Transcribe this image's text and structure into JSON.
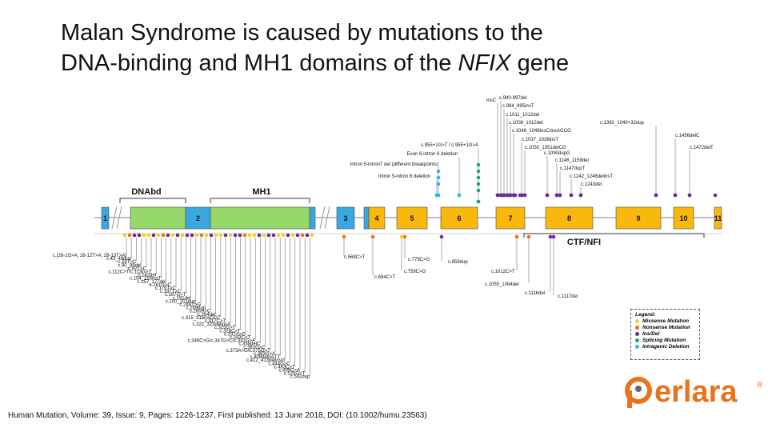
{
  "title": {
    "line1": "Malan Syndrome is caused by mutations to the",
    "line2_pre": "DNA-binding and MH1 domains of the ",
    "line2_gene": "NFIX",
    "line2_post": " gene"
  },
  "citation": "Human Mutation, Volume: 39, Issue: 9, Pages: 1226-1237, First published: 13 June 2018, DOI: (10.1002/humu.23563)",
  "colors": {
    "missense": "#f2cf2a",
    "nonsense": "#e8731d",
    "insdel": "#6a2c94",
    "splicing": "#1aa876",
    "intragenic": "#35b6e4",
    "dna_domain": "#96d86a",
    "ex2": "#3aa7e1",
    "coding_exon": "#f9b80e",
    "brand": "#e8731d"
  },
  "domains": [
    {
      "label": "DNAbd"
    },
    {
      "label": "MH1"
    },
    {
      "label": "CTF/NFI"
    }
  ],
  "exons": [
    {
      "label": "1"
    },
    {
      "label": "2"
    },
    {
      "label": "3"
    },
    {
      "label": "4"
    },
    {
      "label": "5"
    },
    {
      "label": "6"
    },
    {
      "label": "7"
    },
    {
      "label": "8"
    },
    {
      "label": "9"
    },
    {
      "label": "10"
    },
    {
      "label": "11"
    }
  ],
  "legend": {
    "title": "Legend:",
    "items": [
      {
        "label": "Missense Mutation",
        "color": "#f2cf2a"
      },
      {
        "label": "Nonsense Mutation",
        "color": "#e8731d"
      },
      {
        "label": "Ins/Del",
        "color": "#6a2c94"
      },
      {
        "label": "Splicing Mutation",
        "color": "#1aa876"
      },
      {
        "label": "Intragenic Deletion",
        "color": "#35b6e4"
      }
    ]
  },
  "logo": {
    "text": "erlara",
    "mark": "®"
  },
  "top_labels": [
    "insC",
    "c.990-997del",
    "c.994_995insT",
    "c.1011_1012del",
    "c.1008_1012del",
    "c.1048_1049insC/insAGCG",
    "c.1037_1038insT",
    "c.1050_1051delCG",
    "c.1090dupG",
    "c.1146_1159del",
    "c.1147dupT",
    "c.1242_1246delinsT",
    "c.1243del",
    "c.1392_1040+32dup",
    "c.1456delC",
    "c.1472delT",
    "c.955+1G>T / c.955+1G>A",
    "Exon 6-intron 6 deletion",
    "Intron 5-intron7 del (different breakpoints)",
    "Intron 5-intron 6 deletion"
  ],
  "bottom_labels_left": [
    "c.[28-1G>A; 28-12T>A; 28-13T>A]",
    "c.43_49dup",
    "c.59T>C",
    "c.90_99del",
    "c.92T>C",
    "c.112C>T/c.113G>T",
    "c.142del",
    "c.154_155insT",
    "c.157_177del",
    "c.161G>C",
    "c.179T>C",
    "c.187T>C",
    "c.187G>T",
    "c.191del",
    "c.200_201dup",
    "c.248T>G",
    "c.269dup",
    "c.280A>C",
    "c.294del",
    "c.315_316insGGT",
    "c.317C>T",
    "c.322_323delinsA",
    "c.325G>T",
    "c.328C>T",
    "c.337A>G",
    "c.343C>T",
    "c.346C>G/c.347G>C/c.347G>A",
    "c.358delC",
    "c.362G>C",
    "c.373A>G/c.375G>T",
    "c.383G>A",
    "c.408delinsTT",
    "c.412_413delinsG",
    "c.444G>C",
    "c.463C>T",
    "c.499C>A",
    "c.520G>T",
    "c.542dup"
  ],
  "bottom_labels_right": [
    "c.568C>T",
    "c.694C>T",
    "c.779C>G",
    "c.759C>G",
    "c.859dup",
    "c.1012C>T",
    "c.1055_1064del",
    "c.1116del",
    "c.1117del"
  ]
}
